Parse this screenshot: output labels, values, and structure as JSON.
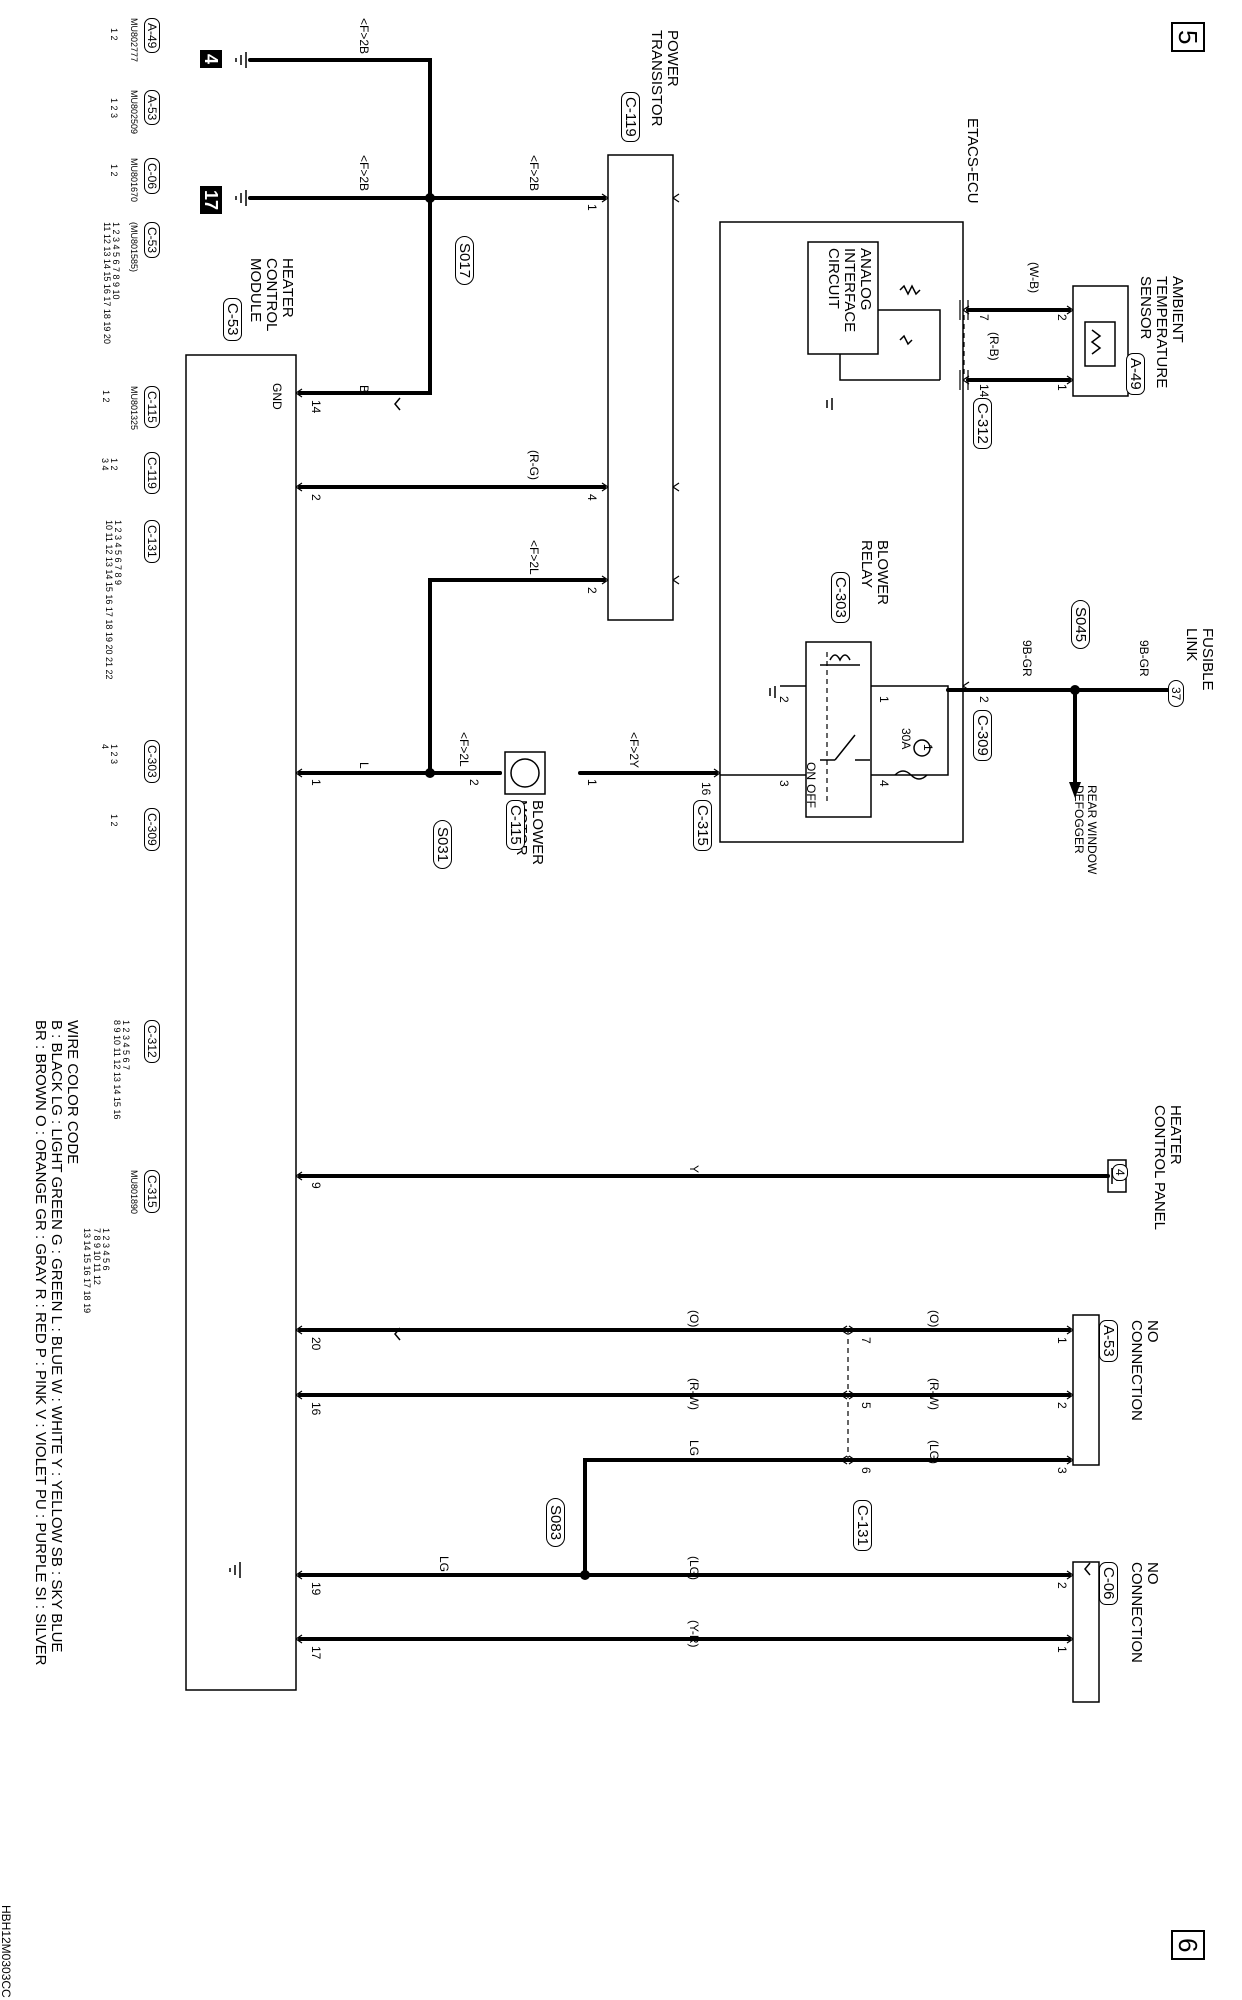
{
  "page_markers": {
    "left_marker": "5",
    "right_marker": "6",
    "drawing_id": "HBH12M0303CC"
  },
  "components": {
    "ambient_sensor": {
      "name": "AMBIENT\nTEMPERATURE\nSENSOR",
      "connector": "A-49"
    },
    "etacs_ecu": {
      "name": "ETACS-ECU"
    },
    "analog_circuit": {
      "name": "ANALOG\nINTERFACE\nCIRCUIT"
    },
    "fusible_link": {
      "name": "FUSIBLE\nLINK",
      "number": "37"
    },
    "blower_relay": {
      "name": "BLOWER\nRELAY",
      "connector": "C-303",
      "fuse_number": "1",
      "fuse_rating": "30A",
      "on_label": "ON",
      "off_label": "OFF"
    },
    "rear_defogger": {
      "name": "REAR WINDOW\nDEFOGGER"
    },
    "power_transistor": {
      "name": "POWER\nTRANSISTOR",
      "connector": "C-119"
    },
    "blower_motor": {
      "name": "BLOWER\nMOTOR",
      "connector": "C-115"
    },
    "heater_module": {
      "name": "HEATER\nCONTROL\nMODULE",
      "connector": "C-53",
      "gnd_label": "GND"
    },
    "heater_panel": {
      "name": "HEATER\nCONTROL PANEL",
      "ref": "4"
    },
    "no_connection_a53": {
      "name": "NO\nCONNECTION",
      "connector": "A-53"
    },
    "no_connection_c06": {
      "name": "NO\nCONNECTION",
      "connector": "C-06"
    },
    "ground_4": {
      "ref": "4"
    },
    "ground_17": {
      "ref": "17"
    }
  },
  "connector_refs": {
    "c312": "C-312",
    "c309": "C-309",
    "c315": "C-315",
    "c131": "C-131"
  },
  "splices": {
    "s017": "S017",
    "s045": "S045",
    "s031": "S031",
    "s083": "S083"
  },
  "wires": {
    "f2b_top": "<F>2B",
    "f2b_mid": "<F>2B",
    "f2b_pt": "<F>2B",
    "b": "B",
    "r_g": "(R-G)",
    "f2l_pt": "<F>2L",
    "f2l_motor": "<F>2L",
    "f2y": "<F>2Y",
    "l": "L",
    "w_b": "(W-B)",
    "r_b": "(R-B)",
    "gr_top": "9B-GR",
    "gr_bot": "9B-GR",
    "y": "Y",
    "o_top": "(O)",
    "o_bot": "(O)",
    "rw_top": "(R-W)",
    "rw_bot": "(R-W)",
    "lg_a53": "(LG)",
    "lg_mid": "LG",
    "lg_c06": "(LG)",
    "lg_low": "LG",
    "yr": "(Y-R)"
  },
  "pins": {
    "sensor_2": "2",
    "sensor_1": "1",
    "ecu_7": "7",
    "ecu_14": "14",
    "relay_1": "1",
    "relay_2": "2",
    "relay_3": "3",
    "relay_4": "4",
    "c309_2": "2",
    "c315_16": "16",
    "pt_1": "1",
    "pt_4": "4",
    "pt_2": "2",
    "motor_1": "1",
    "motor_2": "2",
    "mod_14": "14",
    "mod_2": "2",
    "mod_1": "1",
    "mod_9": "9",
    "mod_20": "20",
    "mod_16": "16",
    "mod_19": "19",
    "mod_17": "17",
    "a53_1": "1",
    "a53_2": "2",
    "a53_3": "3",
    "c131_7": "7",
    "c131_5": "5",
    "c131_6": "6",
    "c06_2": "2",
    "c06_1": "1"
  },
  "connector_legend": [
    {
      "code": "A-49",
      "part": "MU802777",
      "pins": "1 2"
    },
    {
      "code": "A-53",
      "part": "MU802509",
      "pins": "1 2 3"
    },
    {
      "code": "C-06",
      "part": "MU801670",
      "pins": "1 2"
    },
    {
      "code": "C-53",
      "part": "(MU801585)",
      "pins": "1 2 3 4 5 6 7 8 9 10\n11 12 13 14 15 16 17 18 19 20"
    },
    {
      "code": "C-115",
      "part": "MU801325",
      "pins": "1 2"
    },
    {
      "code": "C-119",
      "part": "",
      "pins": "1 2\n3 4"
    },
    {
      "code": "C-131",
      "part": "",
      "pins": "1 2 3 4 5 6 7 8 9\n10 11 12 13 14 15 16 17 18 19 20 21 22"
    },
    {
      "code": "C-303",
      "part": "",
      "pins": "1 2 3\n4"
    },
    {
      "code": "C-309",
      "part": "",
      "pins": "1 2"
    },
    {
      "code": "C-312",
      "part": "",
      "pins": "1 2 3 4 5 6 7\n8 9 10 11 12 13 14 15 16"
    },
    {
      "code": "C-315",
      "part": "MU801890",
      "pins": "1 2 3 4 5 6\n7 8 9 10 11 12\n13 14 15 16 17 18 19"
    }
  ],
  "wire_color_code": {
    "title": "WIRE COLOR CODE",
    "line1": "B : BLACK   LG : LIGHT GREEN   G : GREEN   L : BLUE   W : WHITE   Y : YELLOW   SB : SKY BLUE",
    "line2": "BR : BROWN   O : ORANGE   GR : GRAY   R : RED   P : PINK   V : VIOLET   PU : PURPLE   SI : SILVER"
  }
}
